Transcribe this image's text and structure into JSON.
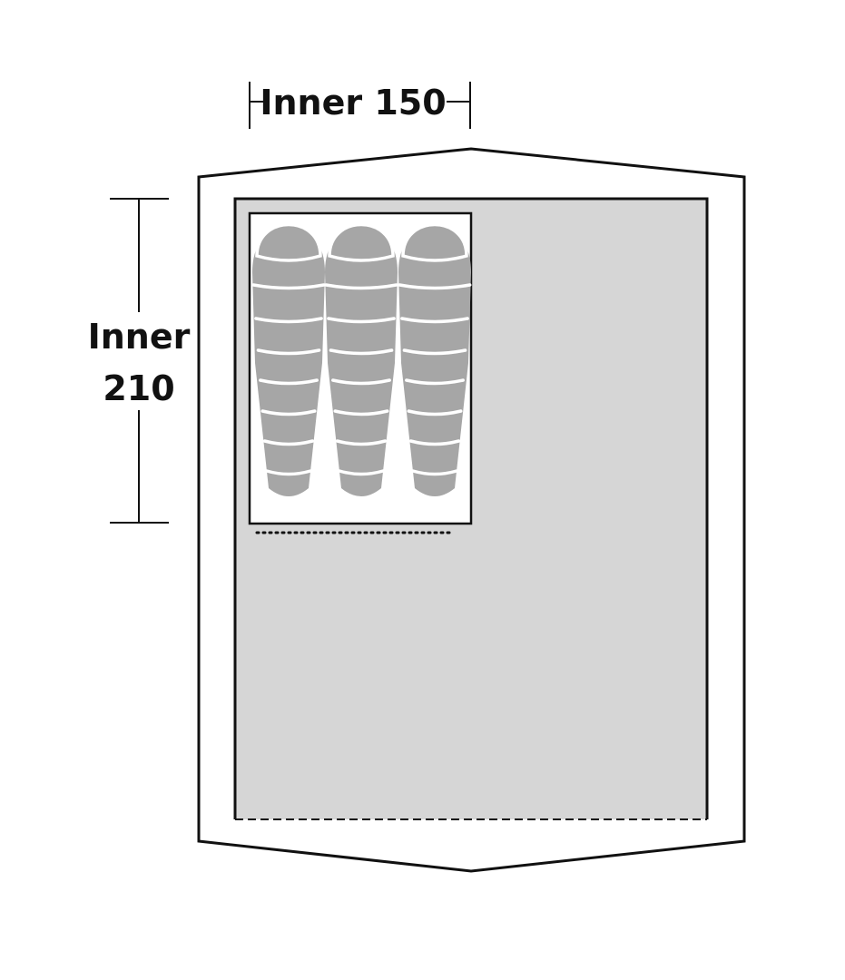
{
  "dimensions": {
    "width_label": "Inner 150",
    "height_label_line1": "Inner",
    "height_label_line2": "210"
  },
  "sleeping_bags": {
    "count": 3
  },
  "colors": {
    "outline": "#111111",
    "floor_fill": "#d6d6d6",
    "inner_fill": "#ffffff",
    "bag_fill": "#a6a6a6",
    "bag_stripe": "#ffffff"
  }
}
